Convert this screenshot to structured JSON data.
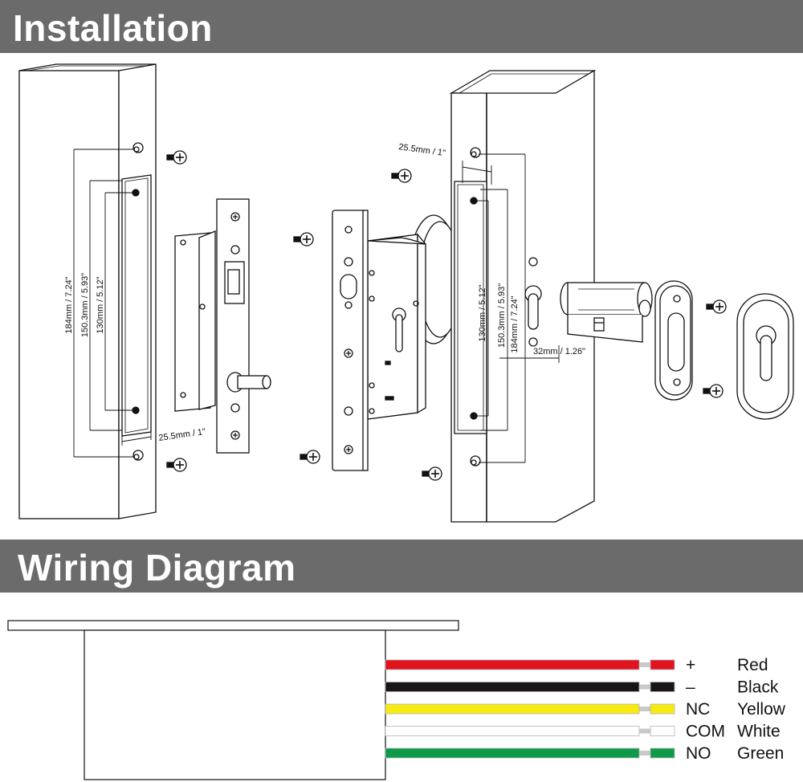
{
  "installation": {
    "title": "Installation",
    "left_frame": {
      "dim_184": "184mm / 7.24\"",
      "dim_150": "150.3mm / 5.93\"",
      "dim_130": "130mm / 5.12\"",
      "dim_25": "25.5mm / 1\""
    },
    "right_frame": {
      "dim_25": "25.5mm / 1\"",
      "dim_130": "130mm / 5.12\"",
      "dim_150": "150.3mm / 5.93\"",
      "dim_184": "184mm / 7.24\"",
      "dim_32": "32mm / 1.26\""
    }
  },
  "wiring": {
    "title": "Wiring Diagram",
    "wires": [
      {
        "terminal": "+",
        "color_name": "Red",
        "color": "#e0141e"
      },
      {
        "terminal": "–",
        "color_name": "Black",
        "color": "#1a1414"
      },
      {
        "terminal": "NC",
        "color_name": "Yellow",
        "color": "#f7ea10"
      },
      {
        "terminal": "COM",
        "color_name": "White",
        "color": "#ffffff"
      },
      {
        "terminal": "NO",
        "color_name": "Green",
        "color": "#0e9a48"
      }
    ]
  }
}
